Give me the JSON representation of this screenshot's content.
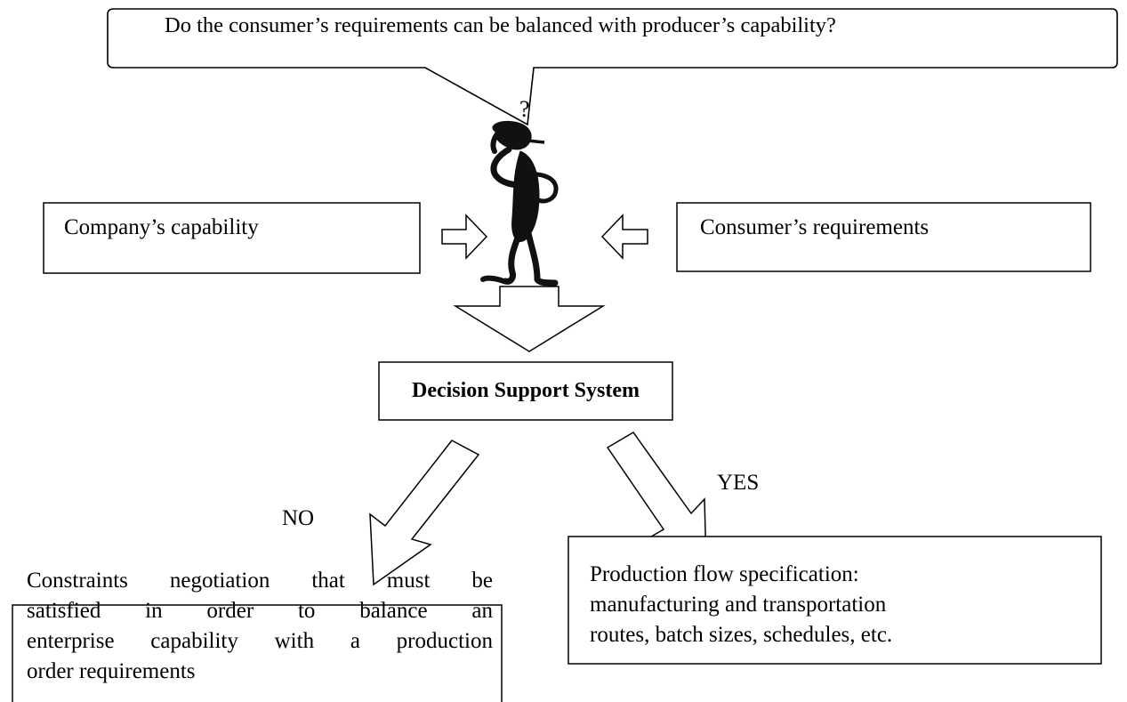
{
  "diagram": {
    "question": "Do the consumer’s requirements can be balanced with producer’s capability?",
    "thinker_mark": "?",
    "company_capability": "Company’s capability",
    "consumer_requirements": "Consumer’s requirements",
    "decision_system": "Decision Support  System",
    "no_label": "NO",
    "yes_label": "YES",
    "no_outcome_lines": [
      "Constraints negotiation that must be",
      "satisfied in order to balance an",
      "enterprise capability with a production",
      "order requirements"
    ],
    "yes_outcome_lines": [
      "Production flow specification:",
      "manufacturing and transportation",
      "routes, batch sizes, schedules,  etc."
    ]
  }
}
